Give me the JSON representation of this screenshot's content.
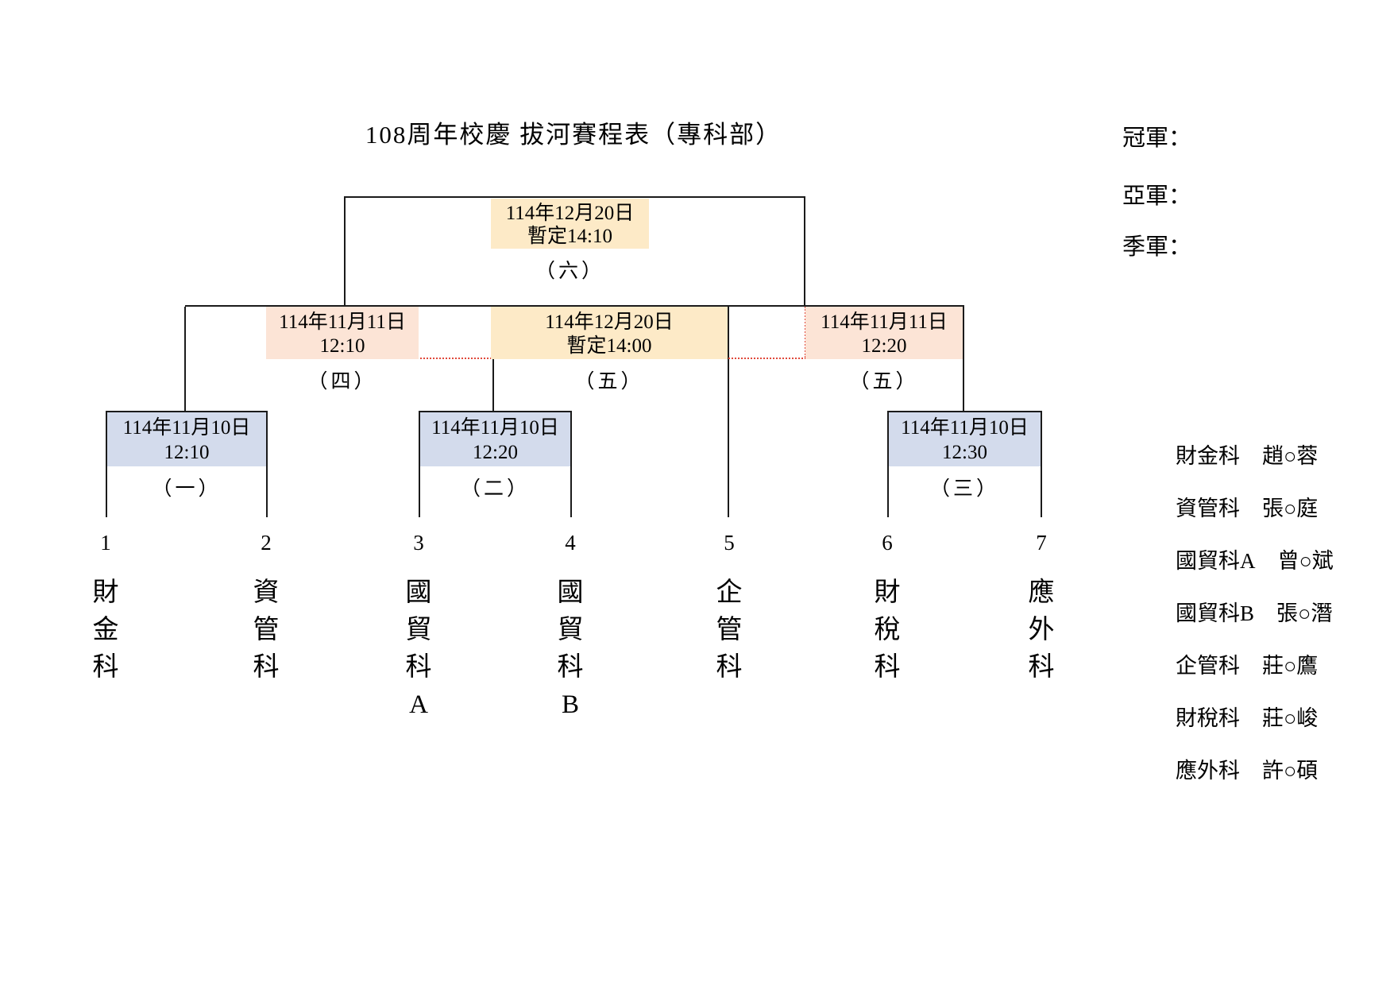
{
  "title": "108周年校慶 拔河賽程表（專科部）",
  "rankings": {
    "champion": "冠軍：",
    "runner_up": "亞軍：",
    "third": "季軍："
  },
  "colors": {
    "first_round_fill": "#d3dbec",
    "semi_fill": "#fce4d6",
    "tentative_fill": "#fdeac7",
    "dotted_line": "#e0493b",
    "line": "#1b1b1b"
  },
  "matches": {
    "final": {
      "date": "114年12月20日",
      "time": "暫定14:10",
      "label": "（六）"
    },
    "semi_left": {
      "date": "114年11月11日",
      "time": "12:10",
      "label": "（四）"
    },
    "semi_mid": {
      "date": "114年12月20日",
      "time": "暫定14:00",
      "label": "（五）"
    },
    "semi_right": {
      "date": "114年11月11日",
      "time": "12:20",
      "label": "（五）"
    },
    "round1_1": {
      "date": "114年11月10日",
      "time": "12:10",
      "label": "（一）"
    },
    "round1_2": {
      "date": "114年11月10日",
      "time": "12:20",
      "label": "（二）"
    },
    "round1_3": {
      "date": "114年11月10日",
      "time": "12:30",
      "label": "（三）"
    }
  },
  "teams": [
    {
      "seed": "1",
      "name": "財金科"
    },
    {
      "seed": "2",
      "name": "資管科"
    },
    {
      "seed": "3",
      "name": "國貿科A"
    },
    {
      "seed": "4",
      "name": "國貿科B"
    },
    {
      "seed": "5",
      "name": "企管科"
    },
    {
      "seed": "6",
      "name": "財稅科"
    },
    {
      "seed": "7",
      "name": "應外科"
    }
  ],
  "captains": [
    {
      "dept": "財金科",
      "name": "趙○蓉"
    },
    {
      "dept": "資管科",
      "name": "張○庭"
    },
    {
      "dept": "國貿科A",
      "name": "曾○斌"
    },
    {
      "dept": "國貿科B",
      "name": "張○潛"
    },
    {
      "dept": "企管科",
      "name": "莊○鷹"
    },
    {
      "dept": "財稅科",
      "name": "莊○峻"
    },
    {
      "dept": "應外科",
      "name": "許○碩"
    }
  ]
}
